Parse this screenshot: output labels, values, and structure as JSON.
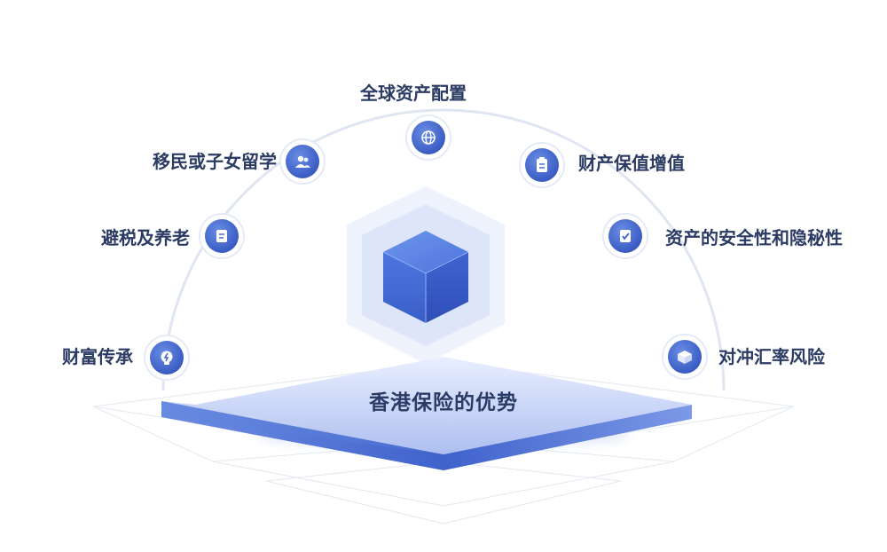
{
  "center": {
    "title": "香港保险的优势"
  },
  "nodes": [
    {
      "id": "global",
      "label": "全球资产配置",
      "icon": "globe-icon"
    },
    {
      "id": "immigration",
      "label": "移民或子女留学",
      "icon": "users-icon"
    },
    {
      "id": "preserve",
      "label": "财产保值增值",
      "icon": "clipboard-icon"
    },
    {
      "id": "tax",
      "label": "避税及养老",
      "icon": "document-icon"
    },
    {
      "id": "privacy",
      "label": "资产的安全性和隐秘性",
      "icon": "checklist-icon"
    },
    {
      "id": "inherit",
      "label": "财富传承",
      "icon": "lightbulb-icon"
    },
    {
      "id": "hedge",
      "label": "对冲汇率风险",
      "icon": "box-icon"
    }
  ],
  "colors": {
    "accent": "#4a73d6",
    "accent_dark": "#3a5fc4",
    "text": "#2b3b63",
    "arc": "#dfe6f2"
  }
}
